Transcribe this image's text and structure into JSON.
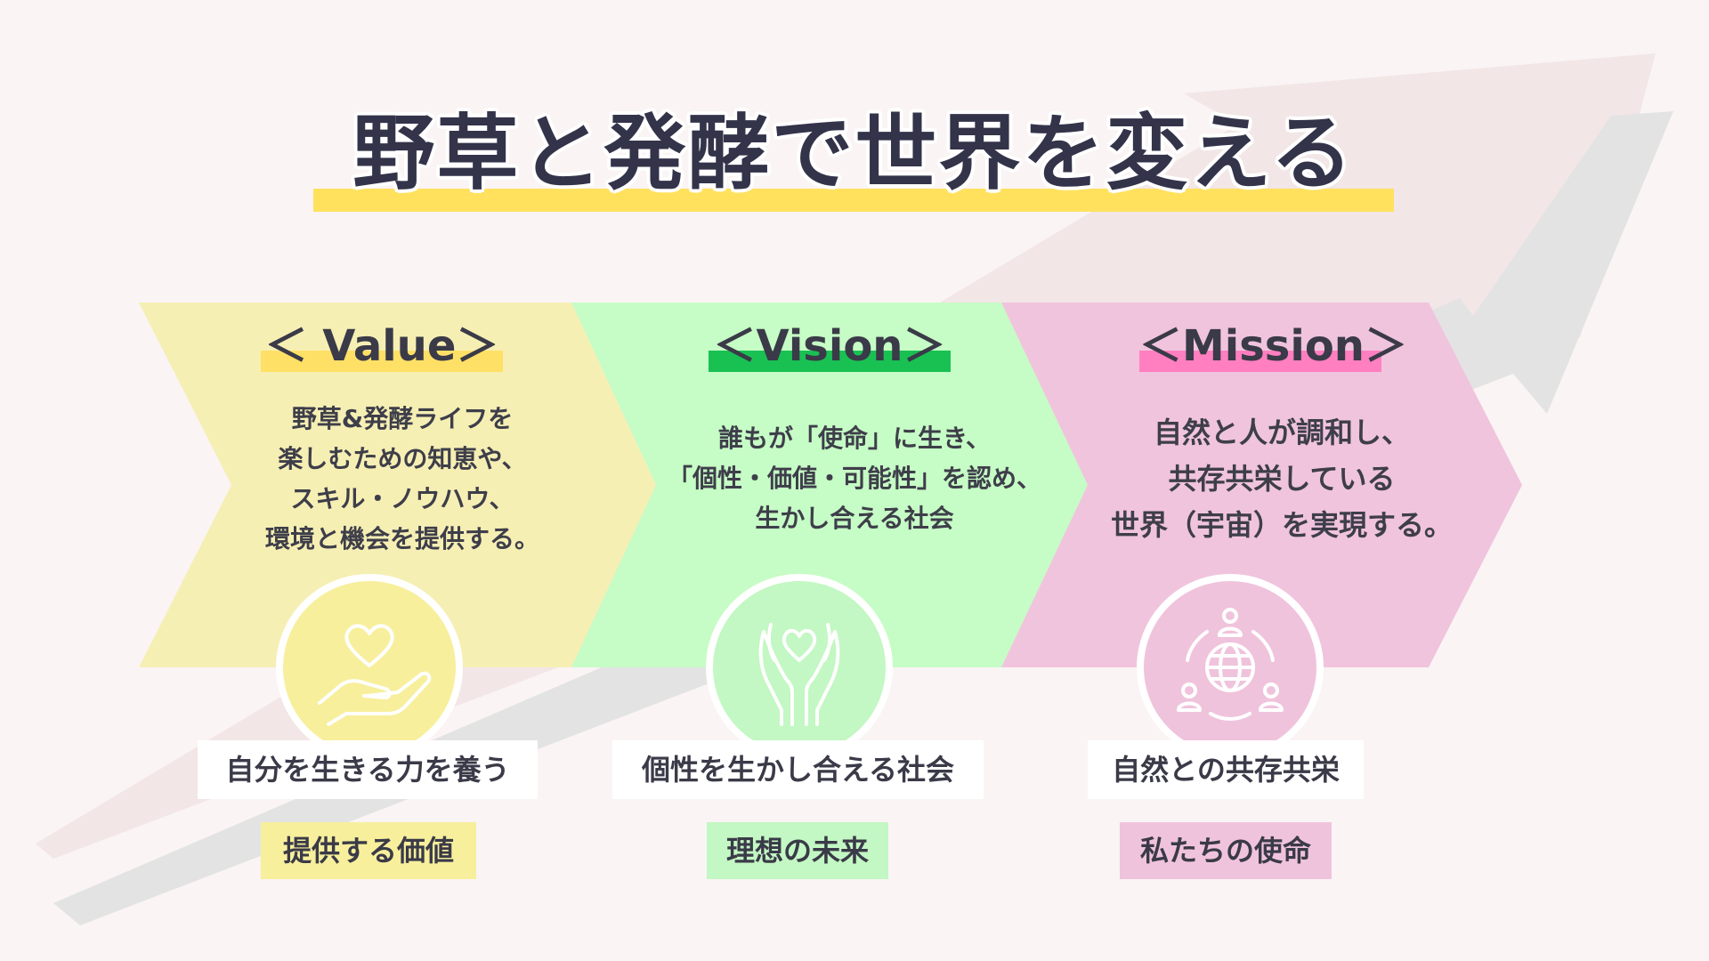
{
  "title": "野草と発酵で世界を変える",
  "colors": {
    "background": "#faf4f4",
    "title_highlight": "#ffe15e",
    "value_fill": "#f6efb4",
    "vision_fill": "#c6fcc5",
    "mission_fill": "#f0c4dd",
    "value_accent": "#ffe066",
    "vision_accent": "#19c153",
    "mission_accent": "#ff7fc0",
    "value_tag": "#f7ef9c",
    "vision_tag": "#c3f7c3",
    "mission_tag": "#f0c3dc"
  },
  "value": {
    "heading": "＜ Value＞",
    "description": "野草&発酵ライフを\n楽しむための知恵や、\nスキル・ノウハウ、\n環境と機会を提供する。",
    "icon": "hand-heart-icon",
    "pill": "自分を生きる力を養う",
    "tag": "提供する価値"
  },
  "vision": {
    "heading": "＜Vision＞",
    "description": "誰もが「使命」に生き、\n「個性・価値・可能性」を認め、\n生かし合える社会",
    "icon": "hands-heart-icon",
    "pill": "個性を生かし合える社会",
    "tag": "理想の未来"
  },
  "mission": {
    "heading": "＜Mission＞",
    "description": "自然と人が調和し、\n共存共栄している\n世界（宇宙）を実現する。",
    "icon": "globe-people-icon",
    "pill": "自然との共存共栄",
    "tag": "私たちの使命"
  }
}
